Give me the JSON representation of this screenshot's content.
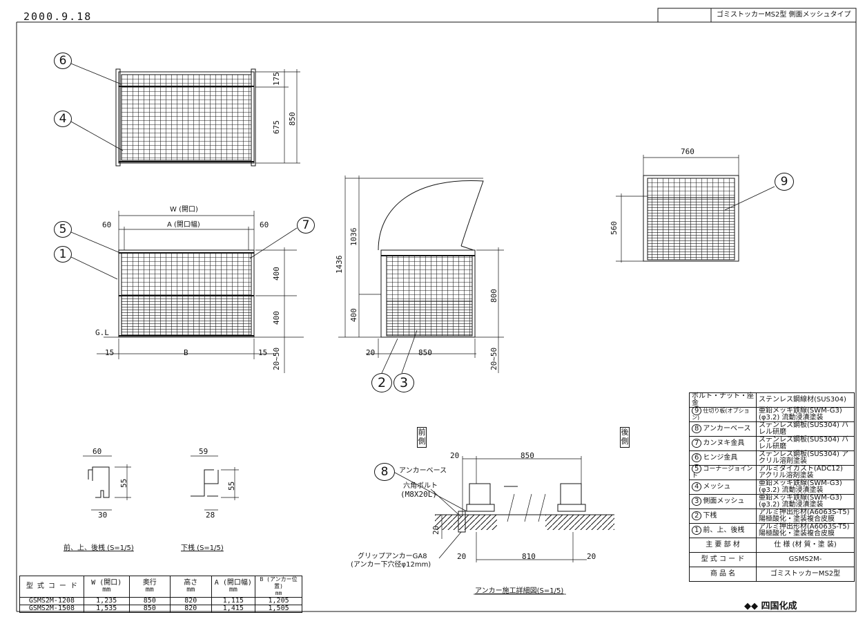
{
  "header": {
    "date": "2000.9.18",
    "title": "ゴミストッカーMS2型  側面メッシュタイプ"
  },
  "front_top": {
    "callout_6": "6",
    "callout_4": "4",
    "dim_175": "175",
    "dim_675": "675",
    "dim_850": "850"
  },
  "front": {
    "w_label": "W (開口)",
    "a_label": "A (開口幅)",
    "dim_60_left": "60",
    "dim_60_right": "60",
    "callout_5": "5",
    "callout_1": "1",
    "callout_7": "7",
    "dim_400_top": "400",
    "dim_400_bottom": "400",
    "gl": "G.L",
    "dim_15_left": "15",
    "b_label": "B",
    "dim_15_right": "15",
    "dim_20_50": "20~50"
  },
  "side": {
    "dim_1436": "1436",
    "dim_1036": "1036",
    "dim_400": "400",
    "dim_800": "800",
    "dim_20": "20",
    "dim_850": "850",
    "dim_20_50": "20~50",
    "callout_2": "2",
    "callout_3": "3"
  },
  "back": {
    "dim_760": "760",
    "dim_560": "560",
    "callout_9": "9"
  },
  "profiles": {
    "p1_w": "60",
    "p1_h": "55",
    "p1_b": "30",
    "p1_caption": "前、上、後桟 (S=1/5)",
    "p2_w": "59",
    "p2_h": "55",
    "p2_b": "28",
    "p2_caption": "下桟 (S=1/5)"
  },
  "anchor": {
    "front_label": "前側",
    "rear_label": "後側",
    "callout_8": "8",
    "anchor_base": "アンカーベース",
    "hex_bolt": "六角ボルト",
    "bolt_size": "(M8X20L)",
    "dim_20_top": "20",
    "dim_850": "850",
    "dim_20_side": "20",
    "dim_20_b1": "20",
    "dim_810": "810",
    "dim_20_b2": "20",
    "grip1": "グリップアンカーGA8",
    "grip2": "(アンカー下穴径φ12mm)",
    "caption": "アンカー施工詳細図(S=1/5)"
  },
  "model_table": {
    "headers": [
      [
        "型 式 コ ー ド",
        ""
      ],
      [
        "W (開口)",
        "mm"
      ],
      [
        "奥行",
        "mm"
      ],
      [
        "高さ",
        "mm"
      ],
      [
        "A (開口幅)",
        "mm"
      ],
      [
        "B (アンカー位置)",
        "mm"
      ]
    ],
    "rows": [
      [
        "GSMS2M-1208",
        "1,235",
        "850",
        "820",
        "1,115",
        "1,205"
      ],
      [
        "GSMS2M-1508",
        "1,535",
        "850",
        "820",
        "1,415",
        "1,505"
      ]
    ]
  },
  "spec_table": {
    "rows": [
      {
        "no": "",
        "name": "ボルト・ナット・座金",
        "spec": "ステンレス鋼線材(SUS304)"
      },
      {
        "no": "9",
        "name": "仕切り板(オプション)",
        "spec": "亜鉛メッキ鉄線(SWM-G3) (φ3.2) 流動浸漬塗装"
      },
      {
        "no": "8",
        "name": "アンカーベース",
        "spec": "ステンレス鋼板(SUS304) バレル研磨"
      },
      {
        "no": "7",
        "name": "カンヌキ金具",
        "spec": "ステンレス鋼板(SUS304) バレル研磨"
      },
      {
        "no": "6",
        "name": "ヒンジ金具",
        "spec": "ステンレス鋼板(SUS304) アクリル溶剤塗装"
      },
      {
        "no": "5",
        "name": "コーナージョイント",
        "spec": "アルミダイカスト(ADC12) アクリル溶剤塗装"
      },
      {
        "no": "4",
        "name": "メッシュ",
        "spec": "亜鉛メッキ鉄線(SWM-G3) (φ3.2) 流動浸漬塗装"
      },
      {
        "no": "3",
        "name": "側面メッシュ",
        "spec": "亜鉛メッキ鉄線(SWM-G3) (φ3.2) 流動浸漬塗装"
      },
      {
        "no": "2",
        "name": "下桟",
        "spec": "アルミ押出形材(A6063S-T5) 陽極酸化・塗装複合皮膜"
      },
      {
        "no": "1",
        "name": "前、上、後桟",
        "spec": "アルミ押出形材(A6063S-T5) 陽極酸化・塗装複合皮膜"
      }
    ],
    "material_head": "主 要 部 材",
    "material_spec": "仕 様 (材 質・塗 装)",
    "code_head": "型 式 コ ー ド",
    "code_value": "GSMS2M-",
    "product_head": "商  品  名",
    "product_value": "ゴミストッカーMS2型",
    "logo": "四国化成"
  }
}
